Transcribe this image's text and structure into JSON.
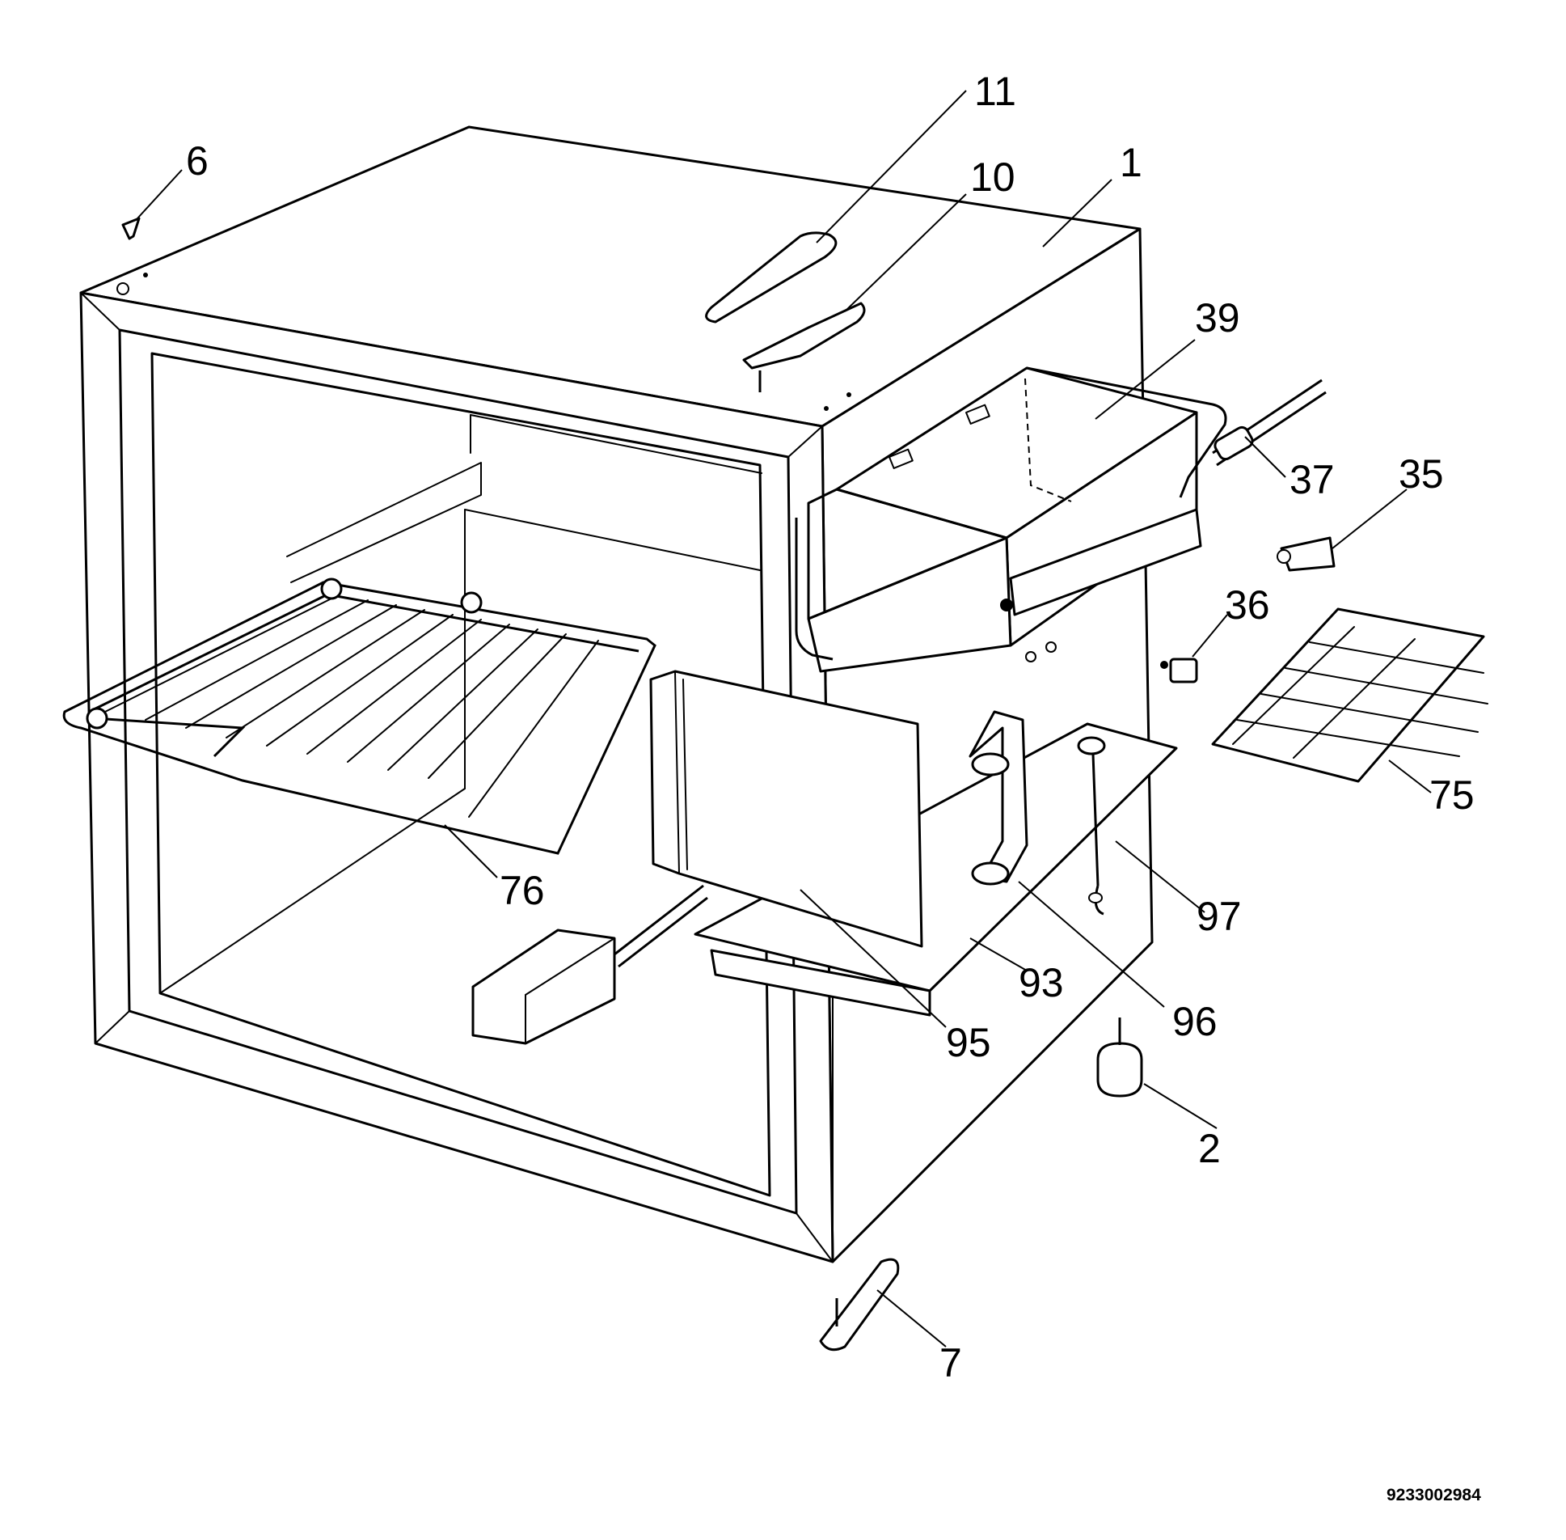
{
  "diagram": {
    "drawing_number": "9233002984",
    "parts": [
      {
        "id": "11",
        "label": "11"
      },
      {
        "id": "10",
        "label": "10"
      },
      {
        "id": "1",
        "label": "1"
      },
      {
        "id": "6",
        "label": "6"
      },
      {
        "id": "39",
        "label": "39"
      },
      {
        "id": "37",
        "label": "37"
      },
      {
        "id": "35",
        "label": "35"
      },
      {
        "id": "36",
        "label": "36"
      },
      {
        "id": "75",
        "label": "75"
      },
      {
        "id": "76",
        "label": "76"
      },
      {
        "id": "97",
        "label": "97"
      },
      {
        "id": "93",
        "label": "93"
      },
      {
        "id": "96",
        "label": "96"
      },
      {
        "id": "95",
        "label": "95"
      },
      {
        "id": "2",
        "label": "2"
      },
      {
        "id": "7",
        "label": "7"
      }
    ]
  }
}
